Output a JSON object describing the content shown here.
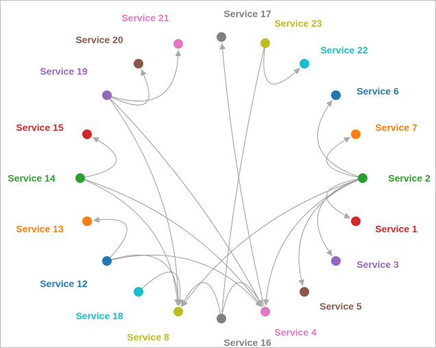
{
  "nodes": [
    {
      "id": "s1",
      "label": "Service 1",
      "color": "#d62728"
    },
    {
      "id": "s2",
      "label": "Service 2",
      "color": "#2ca02c"
    },
    {
      "id": "s3",
      "label": "Service 3",
      "color": "#9467bd"
    },
    {
      "id": "s4",
      "label": "Service 4",
      "color": "#e377c2"
    },
    {
      "id": "s5",
      "label": "Service 5",
      "color": "#8c564b"
    },
    {
      "id": "s6",
      "label": "Service 6",
      "color": "#1f77b4"
    },
    {
      "id": "s7",
      "label": "Service 7",
      "color": "#ff7f0e"
    },
    {
      "id": "s8",
      "label": "Service 8",
      "color": "#bcbd22"
    },
    {
      "id": "s12",
      "label": "Service 12",
      "color": "#1f77b4"
    },
    {
      "id": "s13",
      "label": "Service 13",
      "color": "#ff7f0e"
    },
    {
      "id": "s14",
      "label": "Service 14",
      "color": "#2ca02c"
    },
    {
      "id": "s15",
      "label": "Service 15",
      "color": "#d62728"
    },
    {
      "id": "s16",
      "label": "Service 16",
      "color": "#7f7f7f"
    },
    {
      "id": "s17",
      "label": "Service 17",
      "color": "#7f7f7f"
    },
    {
      "id": "s18",
      "label": "Service 18",
      "color": "#17becf"
    },
    {
      "id": "s19",
      "label": "Service 19",
      "color": "#9467bd"
    },
    {
      "id": "s20",
      "label": "Service 20",
      "color": "#8c564b"
    },
    {
      "id": "s21",
      "label": "Service 21",
      "color": "#e377c2"
    },
    {
      "id": "s22",
      "label": "Service 22",
      "color": "#17becf"
    },
    {
      "id": "s23",
      "label": "Service 23",
      "color": "#bcbd22"
    }
  ],
  "edges": [
    {
      "source": "s19",
      "target": "s20",
      "arrow": true
    },
    {
      "source": "s19",
      "target": "s21",
      "arrow": true
    },
    {
      "source": "s23",
      "target": "s22",
      "arrow": true
    },
    {
      "source": "s2",
      "target": "s6",
      "arrow": true
    },
    {
      "source": "s2",
      "target": "s7",
      "arrow": true
    },
    {
      "source": "s2",
      "target": "s1",
      "arrow": true
    },
    {
      "source": "s2",
      "target": "s3",
      "arrow": true
    },
    {
      "source": "s2",
      "target": "s5",
      "arrow": true
    },
    {
      "source": "s14",
      "target": "s15",
      "arrow": true
    },
    {
      "source": "s12",
      "target": "s13",
      "arrow": true
    },
    {
      "source": "s19",
      "target": "s8",
      "arrow": true
    },
    {
      "source": "s19",
      "target": "s4",
      "arrow": true
    },
    {
      "source": "s4",
      "target": "s17",
      "arrow": true
    },
    {
      "source": "s23",
      "target": "s16",
      "arrow": false
    },
    {
      "source": "s14",
      "target": "s4",
      "arrow": true
    },
    {
      "source": "s14",
      "target": "s8",
      "arrow": true
    },
    {
      "source": "s12",
      "target": "s8",
      "arrow": true
    },
    {
      "source": "s12",
      "target": "s4",
      "arrow": true
    },
    {
      "source": "s2",
      "target": "s8",
      "arrow": true
    },
    {
      "source": "s2",
      "target": "s4",
      "arrow": true
    },
    {
      "source": "s16",
      "target": "s8",
      "arrow": true
    },
    {
      "source": "s16",
      "target": "s4",
      "arrow": true
    },
    {
      "source": "s18",
      "target": "s8",
      "arrow": true
    }
  ]
}
